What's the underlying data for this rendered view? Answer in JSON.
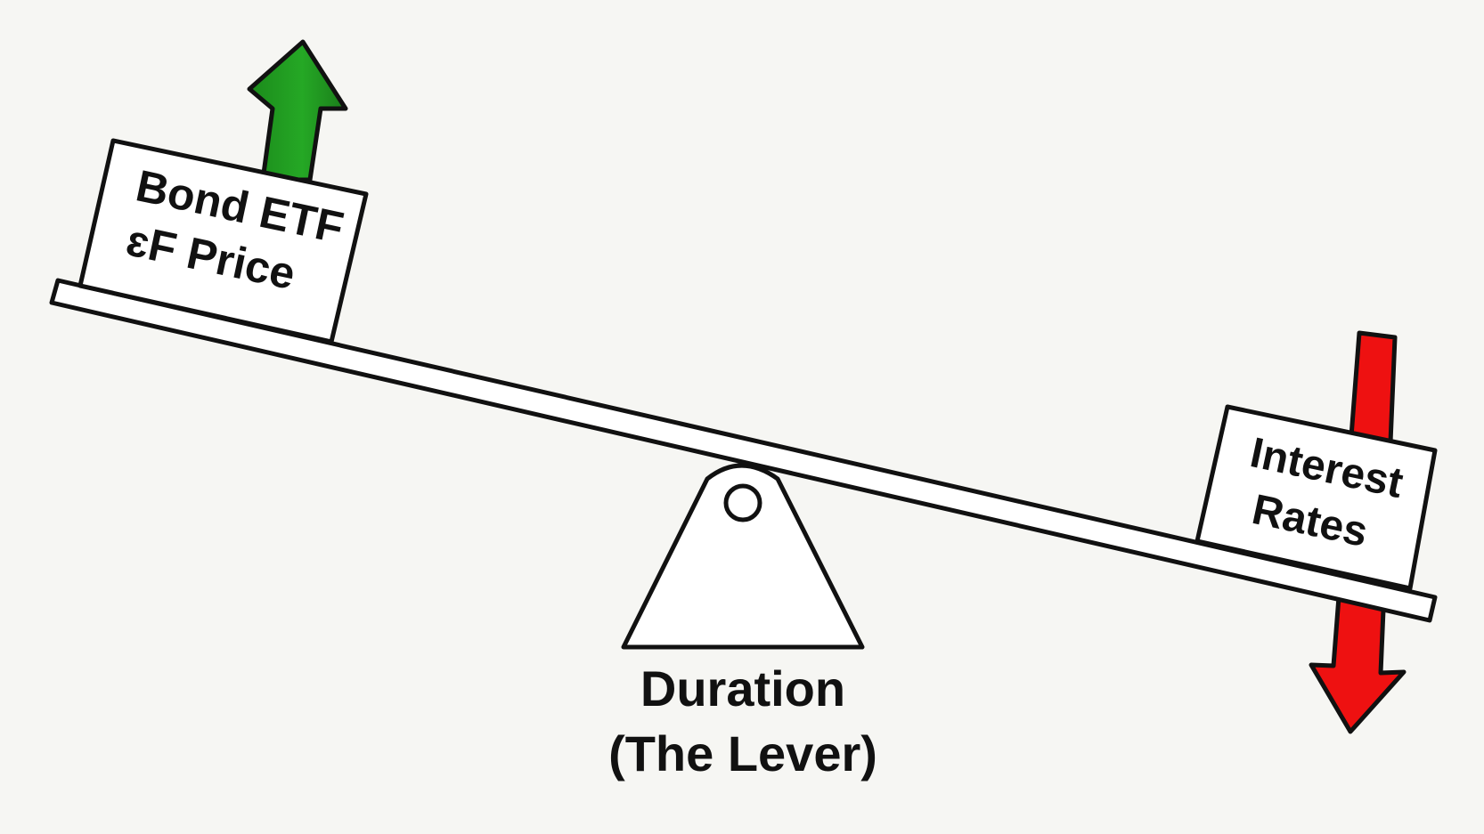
{
  "diagram": {
    "left_box": {
      "line1": "Bond ETF",
      "line2": "ɛF Price"
    },
    "right_box": {
      "line1": "Interest",
      "line2": "Rates"
    },
    "fulcrum_label": {
      "line1": "Duration",
      "line2": "(The Lever)"
    },
    "arrows": {
      "left": {
        "direction": "up",
        "color": "#1f9a1f",
        "icon": "arrow-up-icon"
      },
      "right": {
        "direction": "down",
        "color": "#ee1111",
        "icon": "arrow-down-icon"
      }
    },
    "colors": {
      "background": "#f6f6f3",
      "outline": "#111111",
      "fill": "#ffffff"
    }
  }
}
